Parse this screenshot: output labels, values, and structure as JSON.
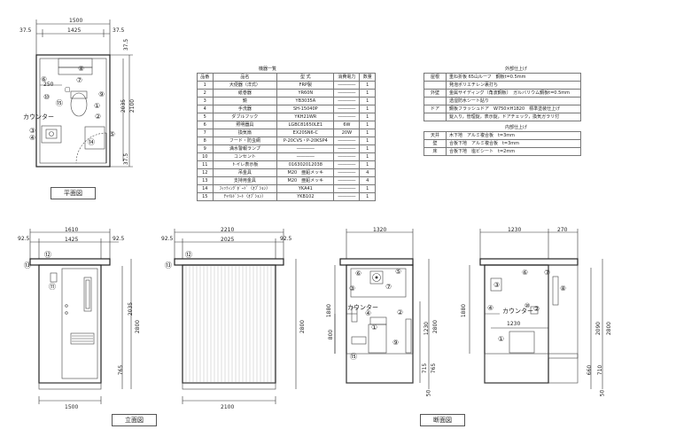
{
  "plan": {
    "dims_top": [
      "1500",
      "1425",
      "37.5",
      "37.5"
    ],
    "dims_left": [
      "250"
    ],
    "dims_right": [
      "37.5",
      "2035",
      "2100",
      "37.5"
    ],
    "counter_label": "カウンター",
    "title": "平面図"
  },
  "table_equipment": {
    "title": "機器一覧",
    "headers": [
      "品番",
      "品名",
      "型 式",
      "消費電力",
      "数量"
    ],
    "rows": [
      [
        "1",
        "大便器（洋式）",
        "FRP製",
        "――――",
        "1"
      ],
      [
        "2",
        "紙巻器",
        "YR60N",
        "――――",
        "1"
      ],
      [
        "3",
        "鏡",
        "YB3035A",
        "――――",
        "1"
      ],
      [
        "4",
        "手洗器",
        "SH-15040P",
        "――――",
        "1"
      ],
      [
        "5",
        "ダブルフック",
        "YKH21WR",
        "――――",
        "1"
      ],
      [
        "6",
        "照明器具",
        "LGBC81650LE1",
        "6W",
        "1"
      ],
      [
        "7",
        "換気扇",
        "EX20SN6-C",
        "20W",
        "1"
      ],
      [
        "8",
        "フード・防虫網",
        "P-20CVS・P-20KSP4",
        "――――",
        "1"
      ],
      [
        "9",
        "満水警報ランプ",
        "――――",
        "――――",
        "1"
      ],
      [
        "10",
        "コンセント",
        "――――",
        "――――",
        "1"
      ],
      [
        "11",
        "トイレ表示板",
        "016302012038",
        "――――",
        "1"
      ],
      [
        "12",
        "吊金具",
        "M20　亜鉛メッキ",
        "――――",
        "4"
      ],
      [
        "13",
        "支持用金具",
        "M20　亜鉛メッキ",
        "――――",
        "4"
      ],
      [
        "14",
        "ﾌｨｯﾃｨﾝｸﾞﾎﾞｰﾄﾞ（ｵﾌﾟｼｮﾝ）",
        "YKA41",
        "――――",
        "1"
      ],
      [
        "15",
        "ﾁｬｲﾙﾄﾞｼｰﾄ（ｵﾌﾟｼｮﾝ）",
        "YKB102",
        "――――",
        "1"
      ]
    ]
  },
  "spec_exterior": {
    "title": "外部仕上げ",
    "rows": [
      [
        "屋根",
        "重ね折板 65山ルーフ　鋼板t=0.5mm"
      ],
      [
        "",
        "発泡ポリエチレン裏打ち"
      ],
      [
        "外壁",
        "金属サイディング（角波鋼板）　ガルバリウム鋼板t=0.5mm"
      ],
      [
        "",
        "透湿防水シート貼り"
      ],
      [
        "ドア",
        "鋼板フラッシュドア　W750×H1820　標準塗装仕上げ"
      ],
      [
        "",
        "錠入り，管理錠，表示錠，ドアチェック，換気ガラリ付"
      ]
    ]
  },
  "spec_interior": {
    "title": "内部仕上げ",
    "rows": [
      [
        "天井",
        "木下地　アルミ複合板　t=3mm"
      ],
      [
        "壁",
        "合板下地　アルミ複合板　t=3mm"
      ],
      [
        "床",
        "合板下地　塩ビシート　t=2mm"
      ]
    ]
  },
  "elev_front": {
    "dims_top": [
      "1610",
      "1425",
      "92.5",
      "92.5"
    ],
    "dims_right": [
      "2035",
      "2800",
      "765"
    ],
    "dim_bottom": "1500"
  },
  "elev_side": {
    "dims_top": [
      "2210",
      "2025",
      "92.5",
      "92.5"
    ],
    "dims_right": [
      "2800"
    ],
    "dim_bottom": "2100"
  },
  "elev_title": "立面図",
  "section_a": {
    "dim_top": "1320",
    "dims_left": [
      "1880",
      "800"
    ],
    "dims_right": [
      "1230",
      "2800",
      "715",
      "765",
      "50"
    ],
    "counter_label": "カウンター"
  },
  "section_b": {
    "dims_top": [
      "1230",
      "270"
    ],
    "dims_left": [
      "1880"
    ],
    "dims_right": [
      "2090",
      "2800",
      "660",
      "710",
      "50"
    ],
    "inner_dim": "1230",
    "counter_label": "カウンター"
  },
  "section_title": "断面図",
  "numbers": {
    "n1": "①",
    "n2": "②",
    "n3": "③",
    "n4": "④",
    "n5": "⑤",
    "n6": "⑥",
    "n7": "⑦",
    "n8": "⑧",
    "n9": "⑨",
    "n10": "⑩",
    "n11": "⑪",
    "n12": "⑫",
    "n13": "⑬",
    "n14": "⑭",
    "n15": "⑮"
  }
}
